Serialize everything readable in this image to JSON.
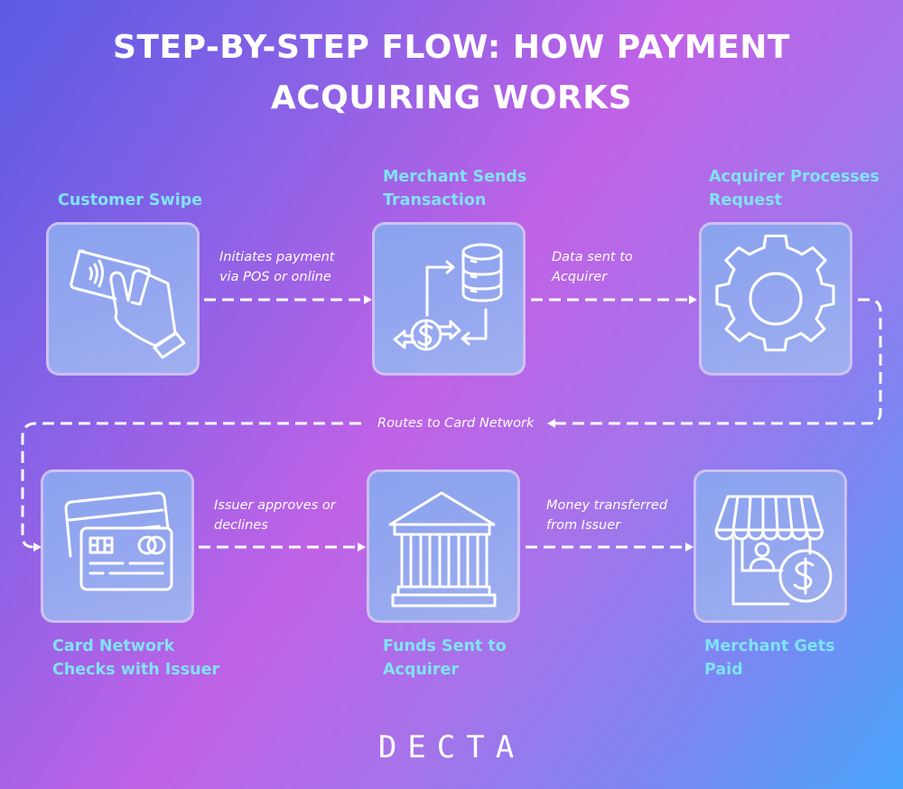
{
  "title": {
    "line1": "STEP-BY-STEP FLOW: HOW PAYMENT",
    "line2": "ACQUIRING WORKS"
  },
  "colors": {
    "label": "#7fe3f7",
    "box_border": "#e1c8f5",
    "arrow": "#ffffff",
    "gradient_start": "#5a5be3",
    "gradient_mid": "#c062e6",
    "gradient_end": "#4aa6fb"
  },
  "steps": [
    {
      "label_line1": "Customer Swipe",
      "label_line2": "",
      "icon": "hand-card-contactless-icon"
    },
    {
      "label_line1": "Merchant Sends",
      "label_line2": "Transaction",
      "icon": "database-transfer-icon"
    },
    {
      "label_line1": "Acquirer Processes",
      "label_line2": "Request",
      "icon": "gear-icon"
    },
    {
      "label_line1": "Card Network",
      "label_line2": "Checks with Issuer",
      "icon": "credit-cards-icon"
    },
    {
      "label_line1": "Funds Sent to",
      "label_line2": "Acquirer",
      "icon": "bank-icon"
    },
    {
      "label_line1": "Merchant Gets",
      "label_line2": "Paid",
      "icon": "storefront-dollar-icon"
    }
  ],
  "edges": [
    {
      "from": 1,
      "to": 2,
      "line1": "Initiates payment",
      "line2": "via POS or online"
    },
    {
      "from": 2,
      "to": 3,
      "line1": "Data sent to",
      "line2": "Acquirer"
    },
    {
      "from": 3,
      "to": 4,
      "line1": "Routes to Card Network",
      "line2": ""
    },
    {
      "from": 4,
      "to": 5,
      "line1": "Issuer approves or",
      "line2": "declines"
    },
    {
      "from": 5,
      "to": 6,
      "line1": "Money transferred",
      "line2": "from Issuer"
    }
  ],
  "logo": "DECTA"
}
